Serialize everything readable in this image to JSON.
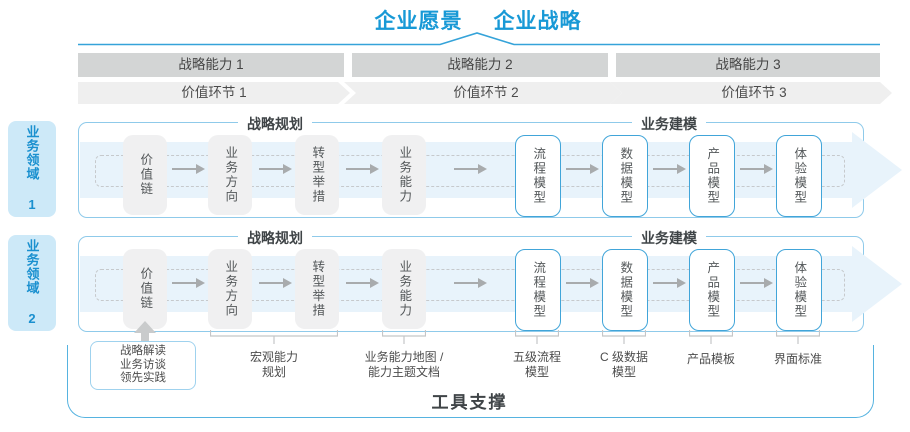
{
  "header": {
    "vision": "企业愿景",
    "strategy": "企业战略"
  },
  "capability_bands": [
    "战略能力 1",
    "战略能力 2",
    "战略能力 3"
  ],
  "value_links": [
    "价值环节 1",
    "价值环节 2",
    "价值环节 3"
  ],
  "domains": [
    "业务领域 1",
    "业务领域 2"
  ],
  "row_headers": {
    "planning": "战略规划",
    "modeling": "业务建模"
  },
  "boxes": {
    "strategy": [
      "价值链",
      "业务方向",
      "转型举措",
      "业务能力"
    ],
    "modeling": [
      "流程模型",
      "数据模型",
      "产品模型",
      "体验模型"
    ]
  },
  "practice_box": {
    "lines": [
      "战略解读",
      "业务访谈",
      "领先实践"
    ]
  },
  "tool_labels": [
    {
      "line1": "宏观能力",
      "line2": "规划"
    },
    {
      "line1": "业务能力地图 /",
      "line2": "能力主题文档"
    },
    {
      "line1": "五级流程",
      "line2": "模型"
    },
    {
      "line1": "C 级数据",
      "line2": "模型"
    },
    {
      "line1": "产品模板",
      "line2": ""
    },
    {
      "line1": "界面标准",
      "line2": ""
    }
  ],
  "footer": {
    "title": "工具支撑"
  },
  "colors": {
    "accent_blue": "#1899d6",
    "line_blue": "#35a3d9",
    "band_gray": "#d3d5d5",
    "chevron_gray": "#efefef",
    "domain_label_bg": "#cde9f8",
    "domain_label_text": "#1a90cf",
    "container_border": "#8fcaea",
    "flow_band": "#e8f3fb",
    "gray_box": "#f0f0f1",
    "blue_box_border": "#41a5d9",
    "arrow_gray": "#a8abad",
    "tool_border": "#56b3e0",
    "dark_text": "#3f4447"
  }
}
